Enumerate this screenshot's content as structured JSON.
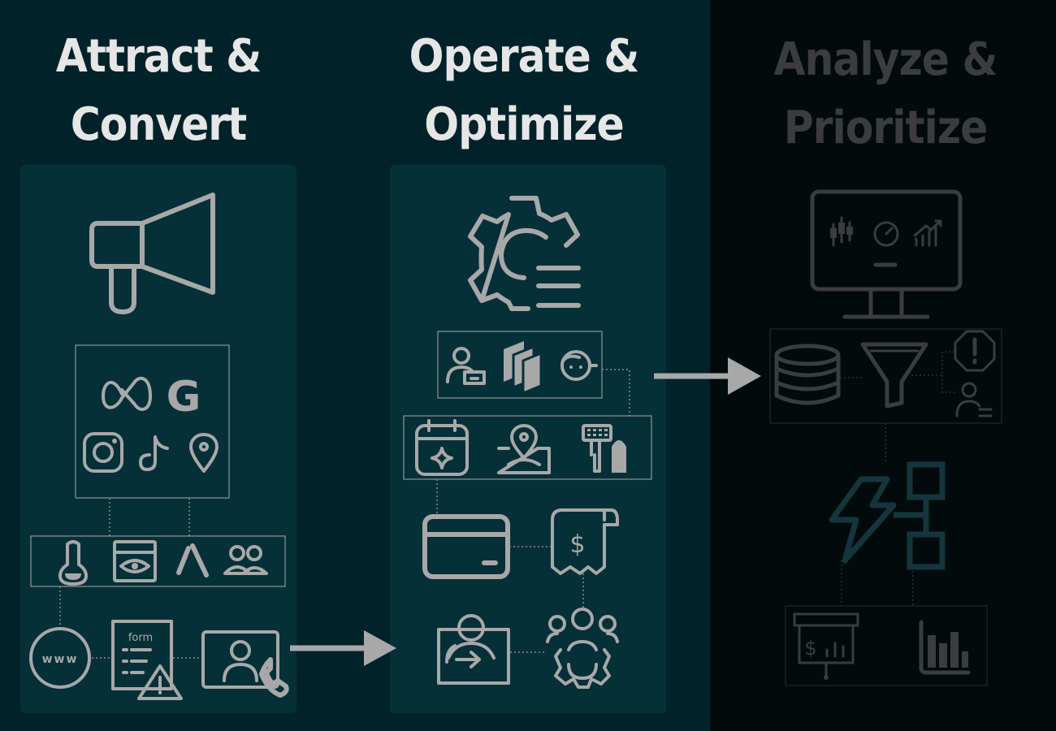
{
  "columns": [
    {
      "title": "Attract &\nConvert"
    },
    {
      "title": "Operate &\nOptimize"
    },
    {
      "title": "Analyze &\nPrioritize"
    }
  ],
  "icons": {
    "form_label": "form",
    "website_label": "www",
    "currency_symbol": "$",
    "google_letter": "G",
    "chart_symbol": "$"
  },
  "colors": {
    "background": "#02222a",
    "panel": "#063038",
    "right_background": "#030a0c",
    "icon": "#a8a8a8",
    "dim_icon": "#3a3c3d",
    "accent_dim": "#15353d"
  }
}
